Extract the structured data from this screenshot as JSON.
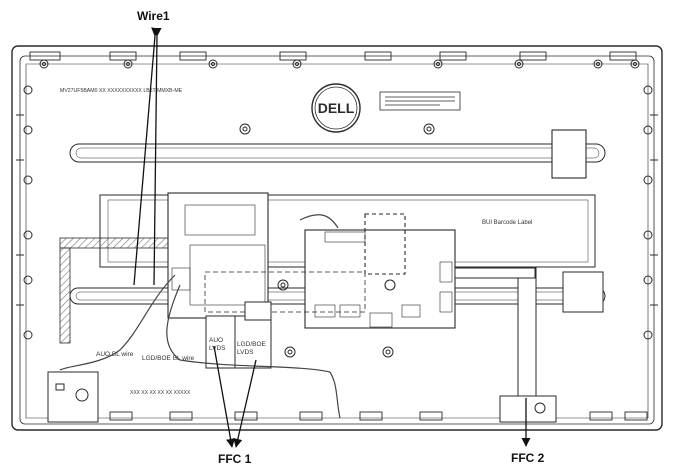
{
  "callouts": {
    "wire1": "Wire1",
    "ffc1": "FFC 1",
    "ffc2": "FFC 2"
  },
  "board_labels": {
    "auo_bl_wire": "AUO BL wire",
    "lgd_boe_bl_wire": "LGD/BOE BL wire",
    "auo_lvds_line1": "AUO",
    "auo_lvds_line2": "LVDS",
    "lgd_lvds_line1": "LGD/BOE",
    "lgd_lvds_line2": "LVDS",
    "logo": "DELL",
    "part_text": "MV27UF5BAM0 XX XXXXXXXXXX LB5T MMXB-ME",
    "barcode_label": "BUI Barcode Label",
    "bottom_text": "XXX XX XX XX XX XXXXX"
  },
  "colors": {
    "line": "#2a2a2a",
    "arrow": "#111111",
    "hatch": "#8a8a8a"
  }
}
